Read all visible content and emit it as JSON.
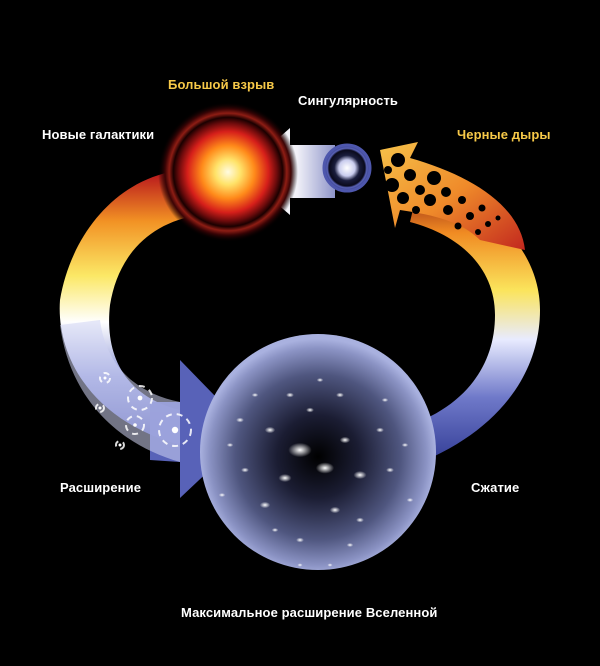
{
  "labels": {
    "big_bang": "Большой взрыв",
    "singularity": "Сингулярность",
    "black_holes": "Черные дыры",
    "new_galaxies": "Новые галактики",
    "expansion": "Расширение",
    "contraction": "Сжатие",
    "max_expansion": "Максимальное расширение Вселенной"
  },
  "colors": {
    "background": "#000000",
    "accent_label": "#f7c948",
    "label": "#ffffff",
    "warm_gradient": [
      "#f9e14a",
      "#f39a2a",
      "#c2151a"
    ],
    "cool_gradient": [
      "#ffffff",
      "#aab3ea",
      "#3f4bb0"
    ]
  }
}
